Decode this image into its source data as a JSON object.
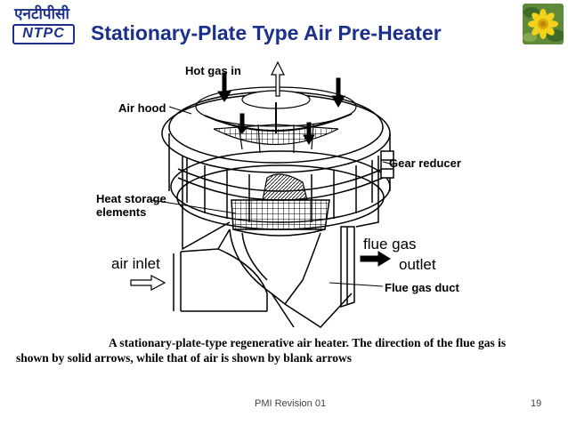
{
  "header": {
    "logo_hindi": "एनटीपीसी",
    "logo_text": "NTPC",
    "title": "Stationary-Plate Type Air Pre-Heater"
  },
  "diagram": {
    "labels": {
      "hot_gas_in": "Hot gas in",
      "air_hood": "Air hood",
      "gear_reducer": "Gear reducer",
      "heat_storage_line1": "Heat storage",
      "heat_storage_line2": "elements",
      "air_inlet": "air inlet",
      "flue_gas": "flue gas",
      "outlet": "outlet",
      "flue_gas_duct": "Flue gas duct"
    }
  },
  "caption": {
    "line1": "A stationary-plate-type regenerative air heater. The direction of the flue gas is",
    "line2": "shown by solid arrows, while that of air is shown by blank arrows"
  },
  "footer": {
    "revision": "PMI Revision 01",
    "page_number": "19"
  },
  "colors": {
    "title": "#1c2f8c",
    "logo": "#1c2f8c"
  }
}
